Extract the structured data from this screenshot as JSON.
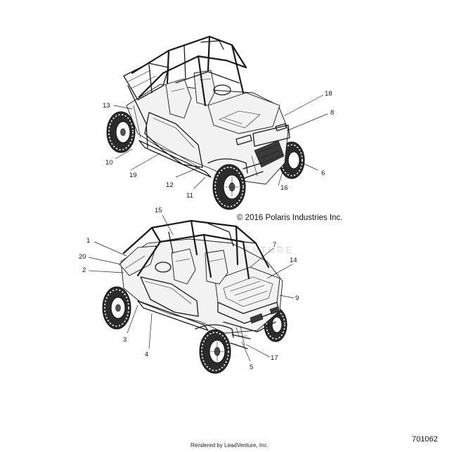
{
  "copyright": "© 2016 Polaris Industries Inc.",
  "drawing_id": "701062",
  "render_credit": "Rendered by LeadVenture, Inc.",
  "watermark": "VENTURE",
  "callouts": {
    "top": {
      "c13": "13",
      "c18": "18",
      "c8": "8",
      "c10": "10",
      "c19": "19",
      "c12": "12",
      "c11": "11",
      "c16": "16",
      "c6": "6"
    },
    "bottom": {
      "c15": "15",
      "c1": "1",
      "c20": "20",
      "c2": "2",
      "c7": "7",
      "c14": "14",
      "c9": "9",
      "c3": "3",
      "c4": "4",
      "c5": "5",
      "c17": "17"
    }
  }
}
